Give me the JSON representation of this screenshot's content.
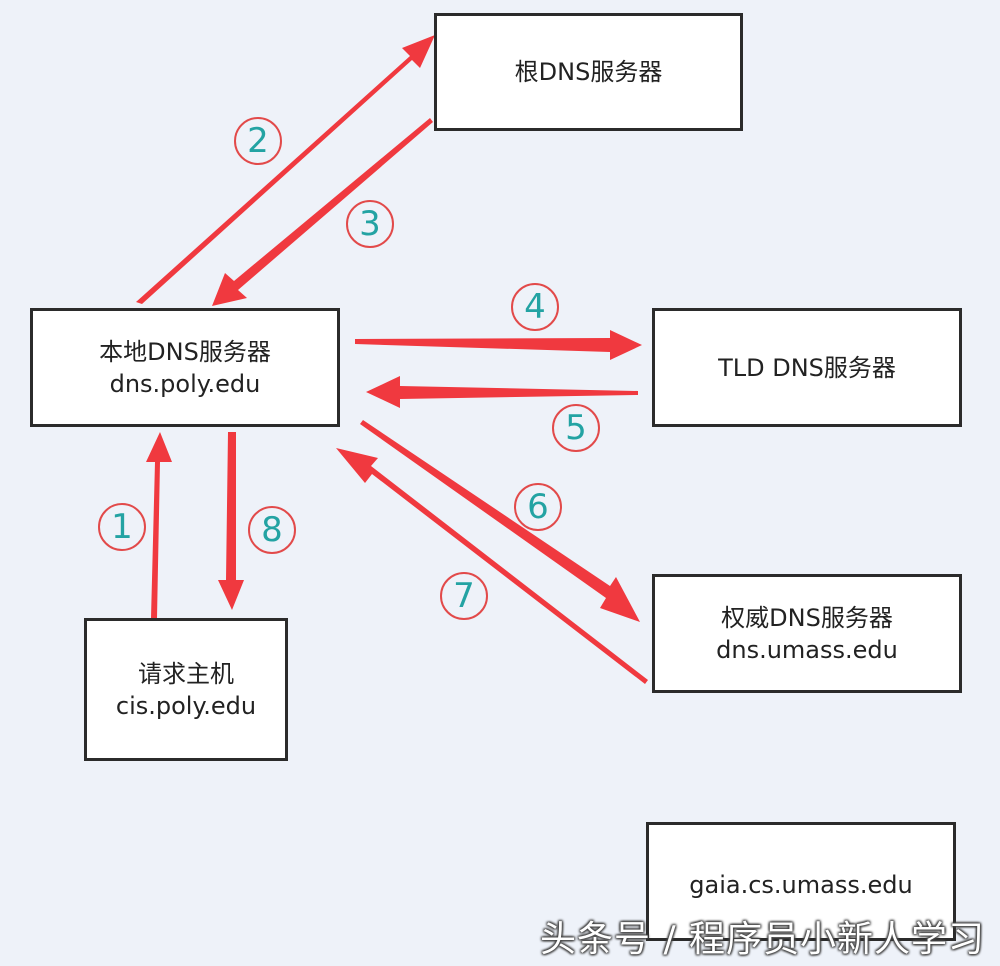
{
  "nodes": {
    "root": {
      "line1": "根DNS服务器"
    },
    "local": {
      "line1": "本地DNS服务器",
      "line2": "dns.poly.edu"
    },
    "tld": {
      "line1": "TLD DNS服务器"
    },
    "auth": {
      "line1": "权威DNS服务器",
      "line2": "dns.umass.edu"
    },
    "host": {
      "line1": "请求主机",
      "line2": "cis.poly.edu"
    },
    "gaia": {
      "line1": "gaia.cs.umass.edu"
    }
  },
  "steps": [
    "1",
    "2",
    "3",
    "4",
    "5",
    "6",
    "7",
    "8"
  ],
  "watermark": "头条号 / 程序员小新人学习",
  "colors": {
    "arrow": "#f0393f",
    "step_text": "#23a3a3",
    "step_circle": "#e24a4a",
    "background": "#eef2f9"
  }
}
